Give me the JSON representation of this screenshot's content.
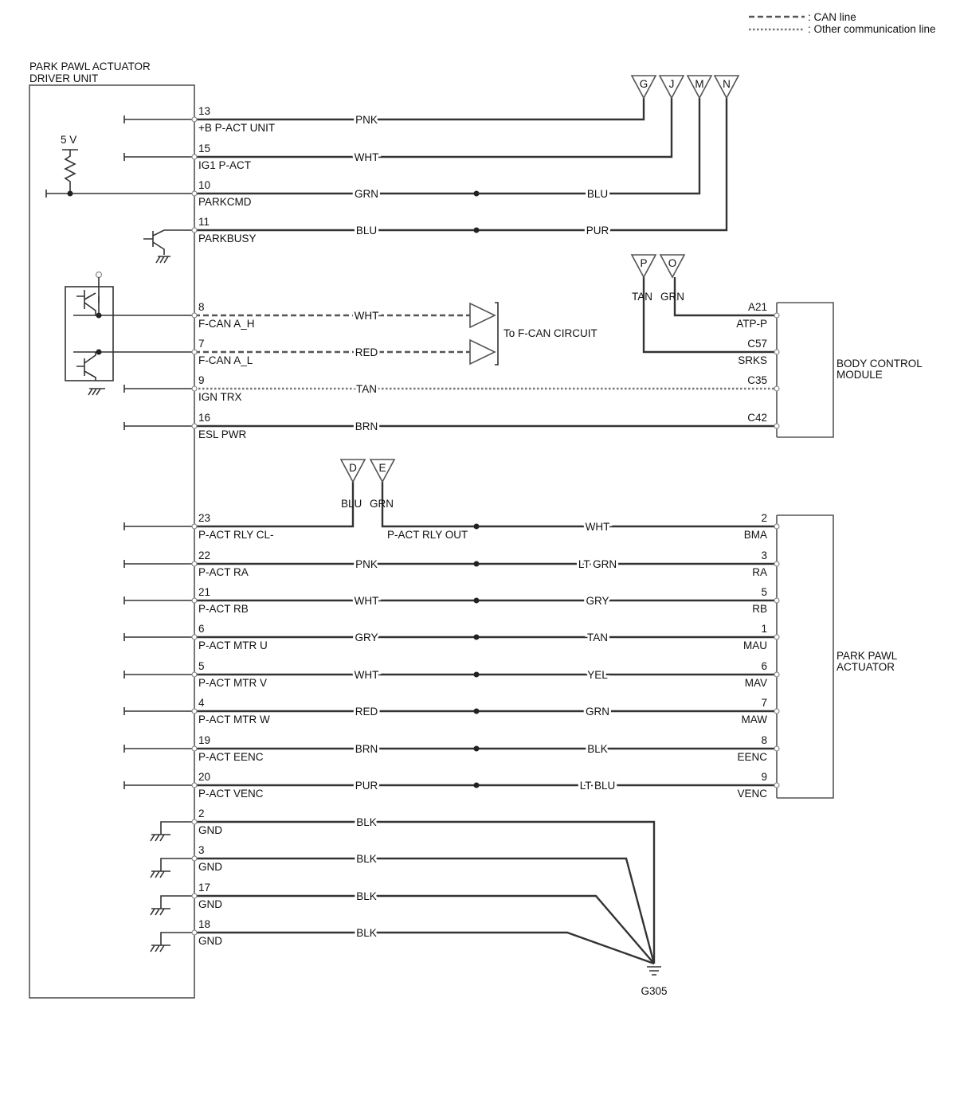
{
  "legend": [
    {
      "style": "can",
      "label": ": CAN line"
    },
    {
      "style": "other",
      "label": ": Other communication line"
    }
  ],
  "modules": {
    "driver_unit": [
      "PARK PAWL ACTUATOR",
      "DRIVER UNIT"
    ],
    "bcm": [
      "BODY CONTROL",
      "MODULE"
    ],
    "actuator": [
      "PARK PAWL",
      "ACTUATOR"
    ]
  },
  "supply_5v": "5 V",
  "f_can_note": "To F-CAN CIRCUIT",
  "ground_label": "G305",
  "connector_letters": {
    "top": [
      "G",
      "J",
      "M",
      "N"
    ],
    "bcm": [
      "P",
      "O"
    ],
    "relay": [
      "D",
      "E"
    ]
  },
  "bcm_branch_colors": [
    "TAN",
    "GRN"
  ],
  "relay_branch_colors": [
    "BLU",
    "GRN"
  ],
  "relay_out_label": "P-ACT RLY OUT",
  "wires": [
    {
      "num": "13",
      "name": "+B P-ACT UNIT",
      "color1": "PNK",
      "color2": "",
      "end_pin": "",
      "end_name": ""
    },
    {
      "num": "15",
      "name": "IG1 P-ACT",
      "color1": "WHT",
      "color2": "",
      "end_pin": "",
      "end_name": ""
    },
    {
      "num": "10",
      "name": "PARKCMD",
      "color1": "GRN",
      "color2": "BLU",
      "end_pin": "",
      "end_name": ""
    },
    {
      "num": "11",
      "name": "PARKBUSY",
      "color1": "BLU",
      "color2": "PUR",
      "end_pin": "",
      "end_name": ""
    },
    {
      "num": "",
      "name": "",
      "color1": "",
      "color2": "",
      "end_pin": "A21",
      "end_name": "ATP-P"
    },
    {
      "num": "8",
      "name": "F-CAN A_H",
      "color1": "WHT",
      "color2": "",
      "end_pin": "",
      "end_name": ""
    },
    {
      "num": "",
      "name": "",
      "color1": "",
      "color2": "",
      "end_pin": "C57",
      "end_name": "SRKS"
    },
    {
      "num": "7",
      "name": "F-CAN A_L",
      "color1": "RED",
      "color2": "",
      "end_pin": "",
      "end_name": ""
    },
    {
      "num": "9",
      "name": "IGN TRX",
      "color1": "TAN",
      "color2": "",
      "end_pin": "C35",
      "end_name": ""
    },
    {
      "num": "16",
      "name": "ESL PWR",
      "color1": "BRN",
      "color2": "",
      "end_pin": "C42",
      "end_name": ""
    },
    {
      "num": "23",
      "name": "P-ACT RLY CL-",
      "color1": "",
      "color2": "WHT",
      "end_pin": "2",
      "end_name": "BMA"
    },
    {
      "num": "22",
      "name": "P-ACT RA",
      "color1": "PNK",
      "color2": "LT GRN",
      "end_pin": "3",
      "end_name": "RA"
    },
    {
      "num": "21",
      "name": "P-ACT RB",
      "color1": "WHT",
      "color2": "GRY",
      "end_pin": "5",
      "end_name": "RB"
    },
    {
      "num": "6",
      "name": "P-ACT MTR U",
      "color1": "GRY",
      "color2": "TAN",
      "end_pin": "1",
      "end_name": "MAU"
    },
    {
      "num": "5",
      "name": "P-ACT MTR V",
      "color1": "WHT",
      "color2": "YEL",
      "end_pin": "6",
      "end_name": "MAV"
    },
    {
      "num": "4",
      "name": "P-ACT MTR W",
      "color1": "RED",
      "color2": "GRN",
      "end_pin": "7",
      "end_name": "MAW"
    },
    {
      "num": "19",
      "name": "P-ACT EENC",
      "color1": "BRN",
      "color2": "BLK",
      "end_pin": "8",
      "end_name": "EENC"
    },
    {
      "num": "20",
      "name": "P-ACT VENC",
      "color1": "PUR",
      "color2": "LT BLU",
      "end_pin": "9",
      "end_name": "VENC"
    },
    {
      "num": "2",
      "name": "GND",
      "color1": "BLK",
      "color2": "",
      "end_pin": "",
      "end_name": ""
    },
    {
      "num": "3",
      "name": "GND",
      "color1": "BLK",
      "color2": "",
      "end_pin": "",
      "end_name": ""
    },
    {
      "num": "17",
      "name": "GND",
      "color1": "BLK",
      "color2": "",
      "end_pin": "",
      "end_name": ""
    },
    {
      "num": "18",
      "name": "GND",
      "color1": "BLK",
      "color2": "",
      "end_pin": "",
      "end_name": ""
    }
  ]
}
